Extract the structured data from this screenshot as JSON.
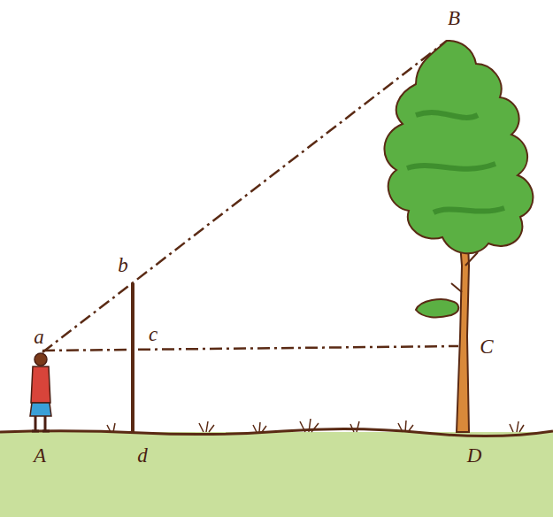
{
  "diagram": {
    "labels": [
      "B",
      "b",
      "a",
      "c",
      "C",
      "A",
      "d",
      "D"
    ]
  }
}
